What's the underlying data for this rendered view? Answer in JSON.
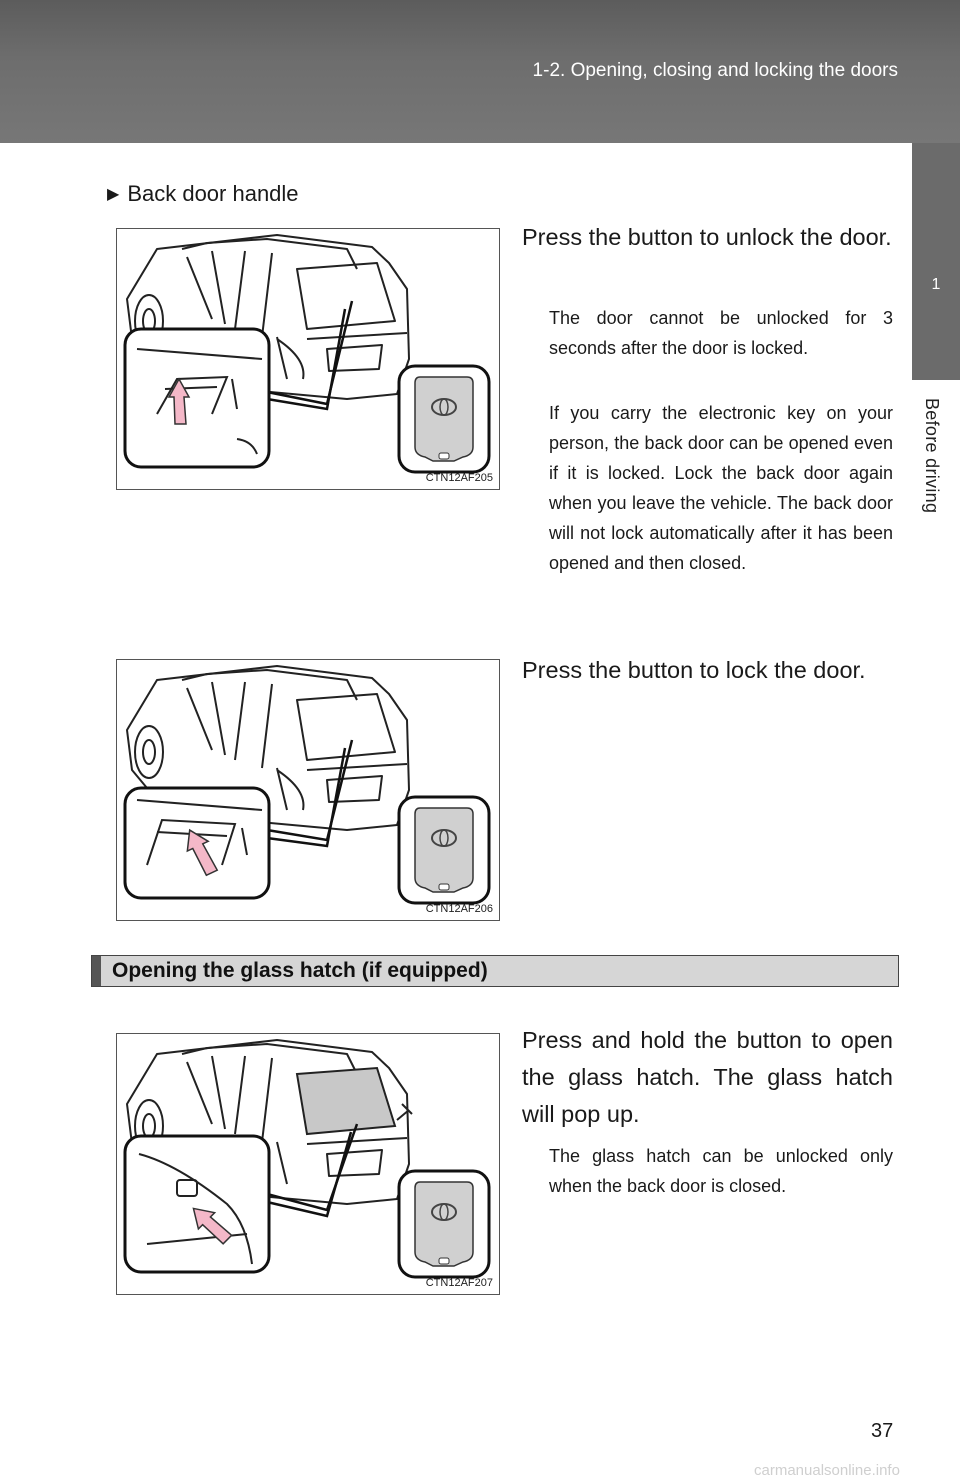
{
  "header": {
    "title": "1-2. Opening, closing and locking the doors"
  },
  "side_tab": {
    "number": "1",
    "label": "Before driving"
  },
  "bullet": {
    "symbol": "▶",
    "text": "Back door handle"
  },
  "figures": [
    {
      "code": "CTN12AF205"
    },
    {
      "code": "CTN12AF206"
    },
    {
      "code": "CTN12AF207"
    }
  ],
  "block1": {
    "main": "Press the button to unlock the door.",
    "note1": "The door cannot be unlocked for 3 seconds after the door is locked.",
    "note2": "If you carry the electronic key on your person, the back door can be opened even if it is locked. Lock the back door again when you leave the vehicle. The back door will not lock automatically after it has been opened and then closed."
  },
  "block2": {
    "main": "Press the button to lock the door."
  },
  "section": {
    "title": "Opening the glass hatch (if equipped)"
  },
  "block3": {
    "main": "Press and hold the button to open the glass hatch. The glass hatch will pop up.",
    "note": "The glass hatch can be unlocked only when the back door is closed."
  },
  "page_number": "37",
  "watermark": "carmanualsonline.info",
  "colors": {
    "header": "#666666",
    "arrow": "#f4b8c8",
    "section_bg": "#d6d6d6"
  }
}
